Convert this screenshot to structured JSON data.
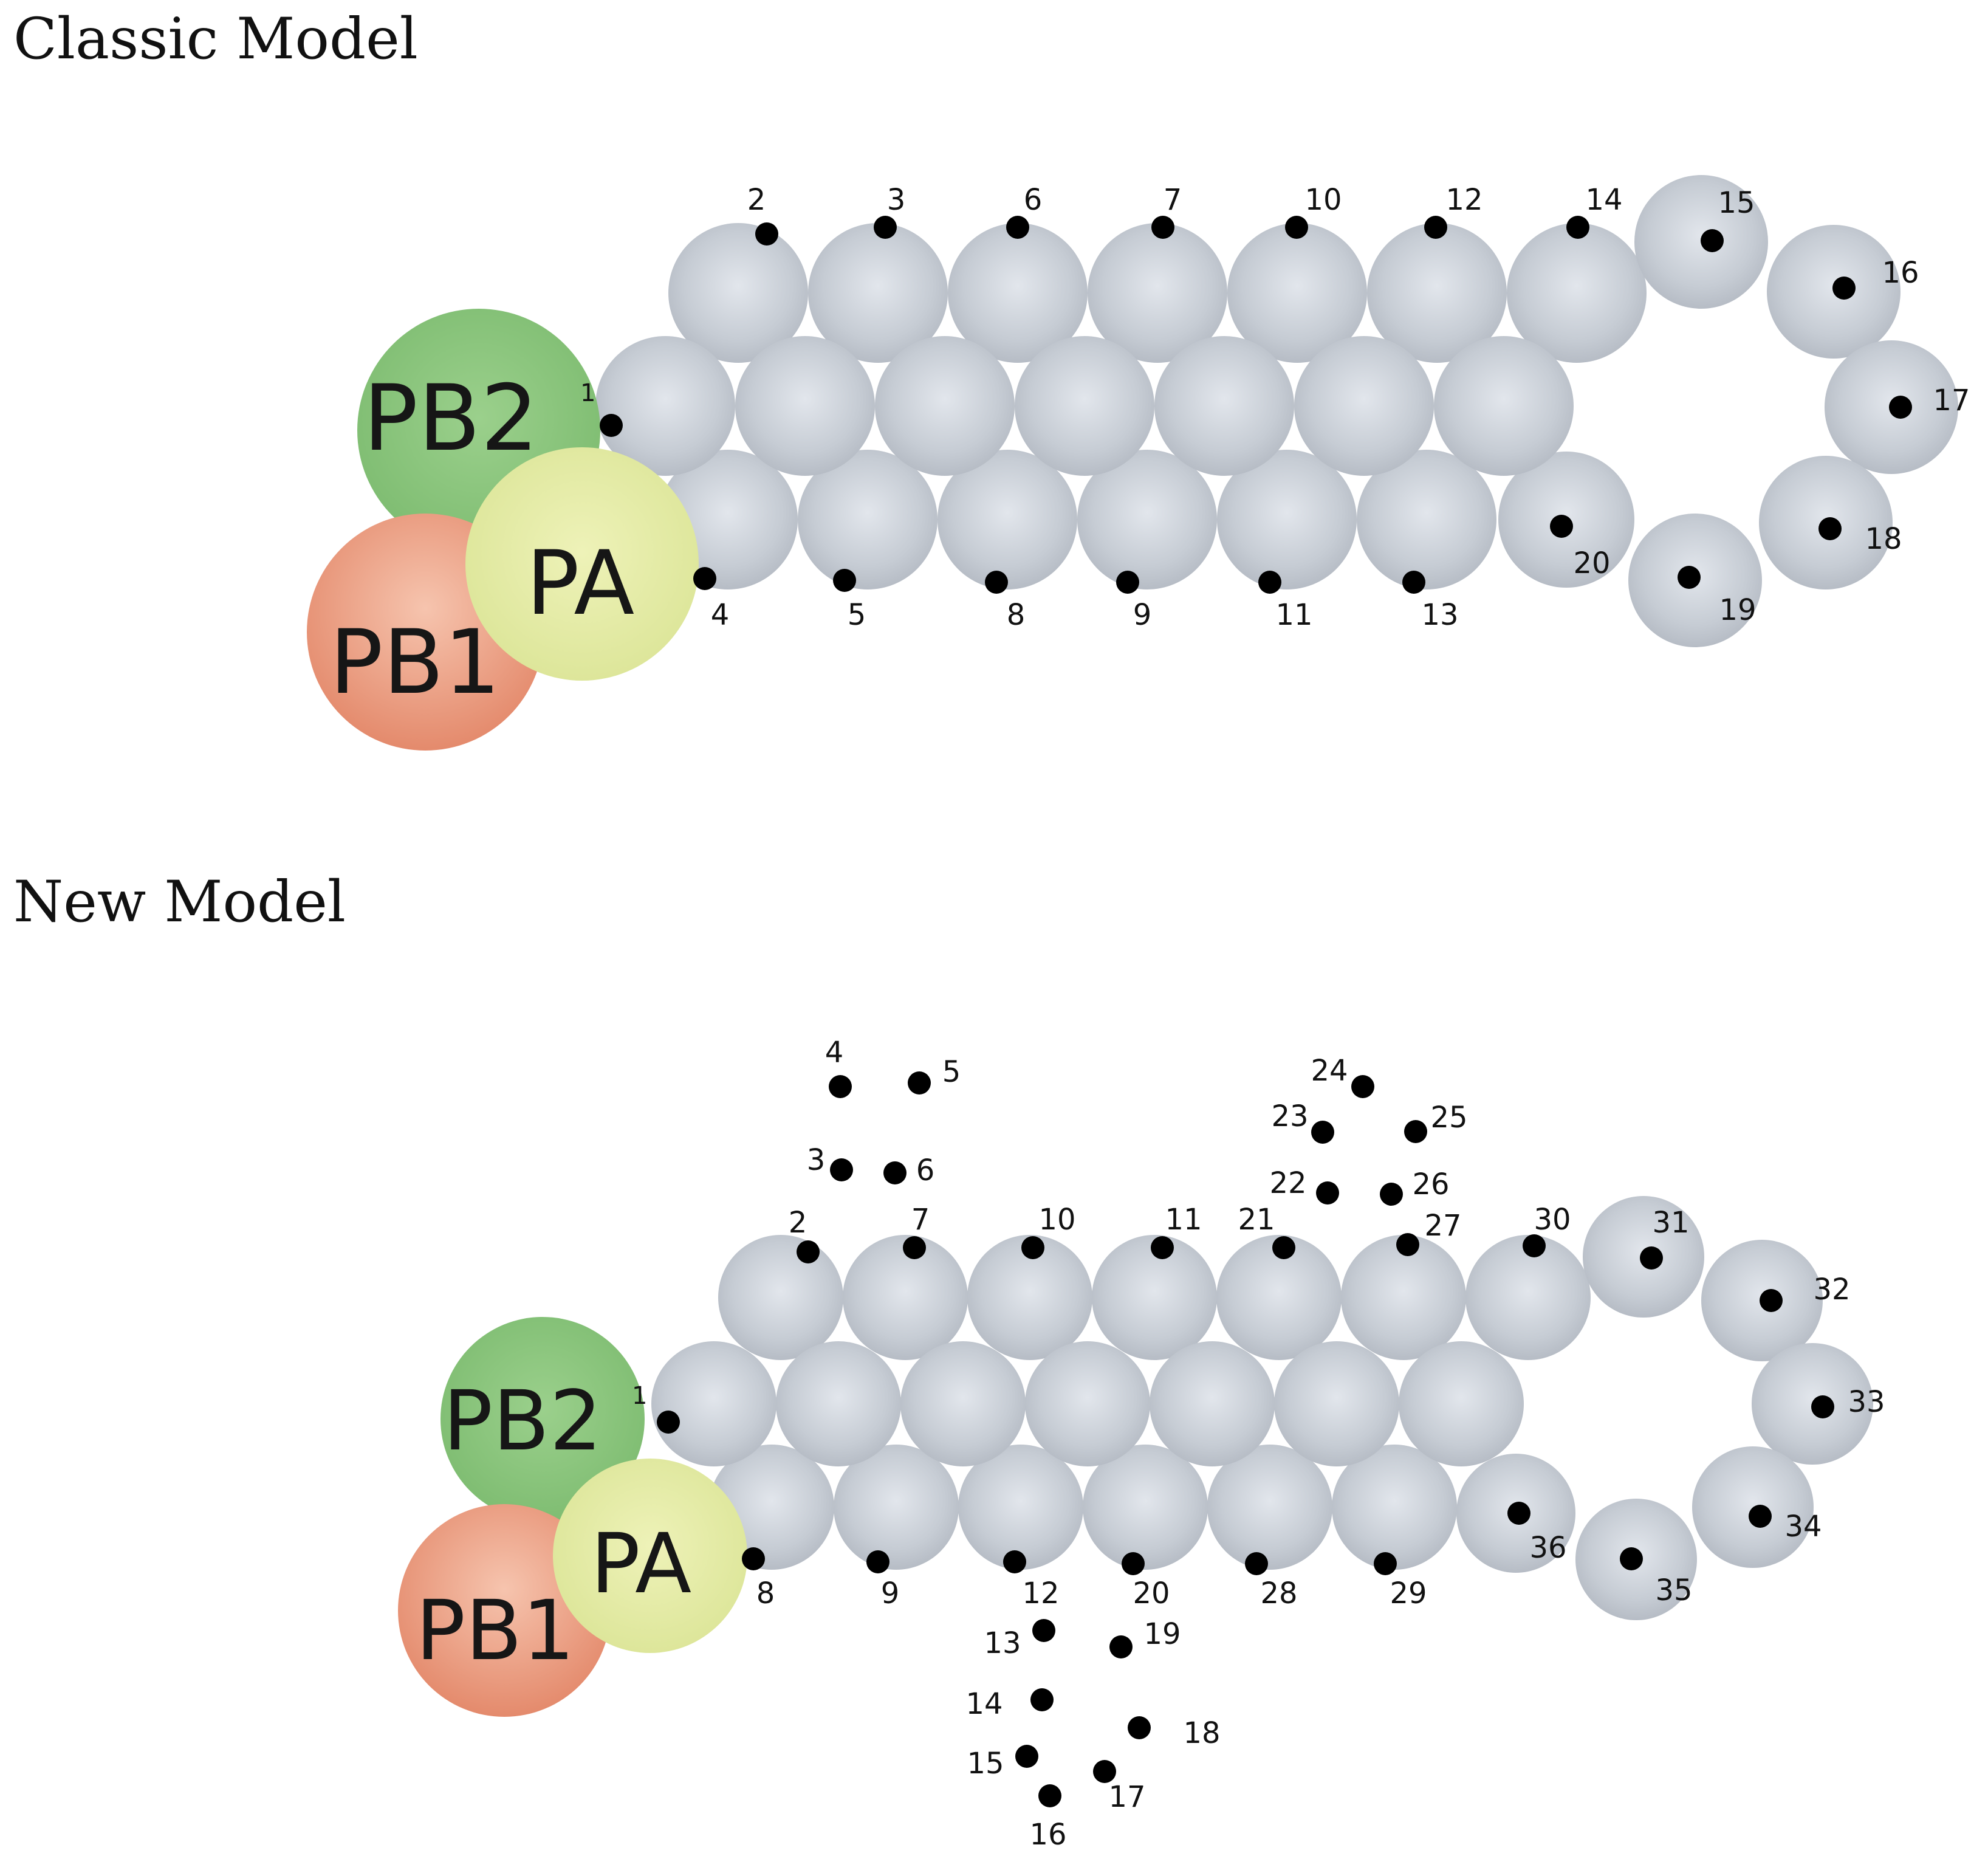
{
  "panels": [
    {
      "id": "classic",
      "title": "Classic Model",
      "polymerase": {
        "pb2": "PB2",
        "pa": "PA",
        "pb1": "PB1"
      },
      "positions": [
        "1",
        "2",
        "3",
        "4",
        "5",
        "6",
        "7",
        "8",
        "9",
        "10",
        "11",
        "12",
        "13",
        "14",
        "15",
        "16",
        "17",
        "18",
        "19",
        "20"
      ]
    },
    {
      "id": "new",
      "title": "New Model",
      "polymerase": {
        "pb2": "PB2",
        "pa": "PA",
        "pb1": "PB1"
      },
      "positions": [
        "1",
        "2",
        "3",
        "4",
        "5",
        "6",
        "7",
        "8",
        "9",
        "10",
        "11",
        "12",
        "13",
        "14",
        "15",
        "16",
        "17",
        "18",
        "19",
        "20",
        "21",
        "22",
        "23",
        "24",
        "25",
        "26",
        "27",
        "28",
        "29",
        "30",
        "31",
        "32",
        "33",
        "34",
        "35",
        "36"
      ]
    }
  ],
  "colors": {
    "pb2": "#8ac67a",
    "pa": "#e2eaa0",
    "pb1": "#ec9c80",
    "np": "#c4cad2",
    "dot": "#000000"
  }
}
